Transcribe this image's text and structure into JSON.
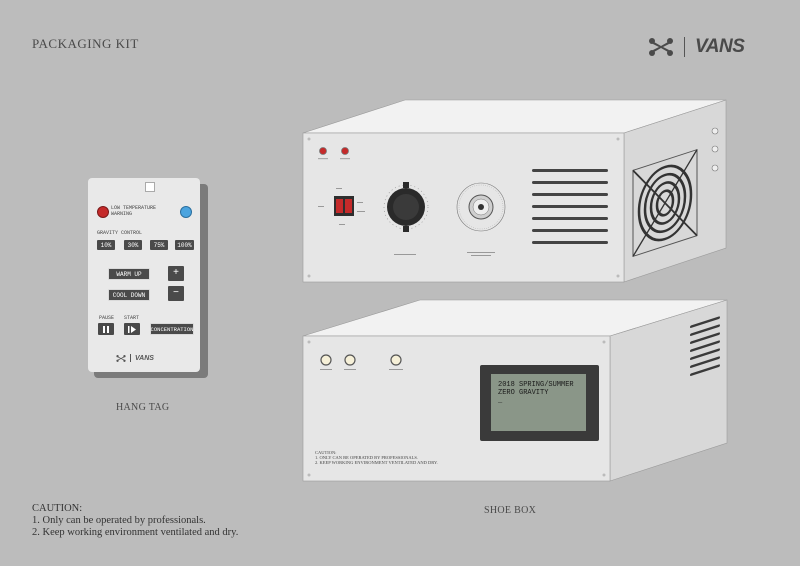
{
  "title": "PACKAGING KIT",
  "brand": {
    "logo": "x-cross-logo",
    "name": "VANS"
  },
  "hang_tag": {
    "warning_label": "LOW TEMPERATURE\nWARNING",
    "gravity_label": "GRAVITY CONTROL",
    "gravity_options": [
      "10%",
      "30%",
      "75%",
      "100%"
    ],
    "warm_up": "WARM UP",
    "cool_down": "COOL DOWN",
    "plus": "+",
    "minus": "−",
    "pause": "PAUSE",
    "start": "START",
    "concentration": "CONCENTRATION",
    "footer_brand": "VANS",
    "caption": "HANG TAG"
  },
  "shoe_box": {
    "caption": "SHOE BOX",
    "screen_line1": "2018 SPRING/SUMMER",
    "screen_line2": "ZERO GRAVITY",
    "screen_cursor": "_",
    "caution_small_title": "CAUTION:",
    "caution_small_1": "1. ONLY CAN BE OPERATED BY PROFESSIONALS.",
    "caution_small_2": "2. KEEP WORKING ENVIRONMENT VENTILATED AND DRY."
  },
  "caution": {
    "title": "CAUTION:",
    "line1": "1. Only can be operated by professionals.",
    "line2": "2. Keep working environment ventilated and dry."
  },
  "colors": {
    "background": "#bcbcbc",
    "panel": "#e6e6e6",
    "accent_red": "#c42a2a",
    "accent_blue": "#4ba4df",
    "screen": "#8a9688"
  }
}
